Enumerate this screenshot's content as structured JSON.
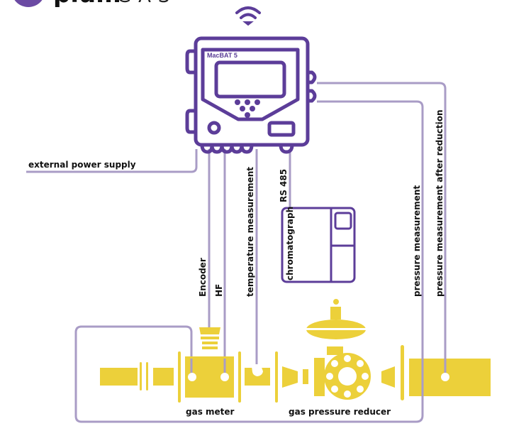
{
  "logo": {
    "name": "plum",
    "suffix": "GAS"
  },
  "device": {
    "model": "MacBAT 5",
    "wireless": "wifi-icon"
  },
  "labels": {
    "external_power_supply": "external power supply",
    "encoder": "Encoder",
    "hf": "HF",
    "temperature_measurement": "temperature measurement",
    "rs485": "RS 485",
    "chromatograph": "chromatograph",
    "pressure_measurement": "pressure measurement",
    "pressure_after_reduction": "pressure measurement after reduction",
    "gas_meter": "gas meter",
    "gas_pressure_reducer": "gas pressure reducer"
  },
  "colors": {
    "brand_purple": "#5c3d99",
    "line_lavender": "#a99cc6",
    "pipe_yellow": "#ecd03a",
    "text": "#111111"
  }
}
